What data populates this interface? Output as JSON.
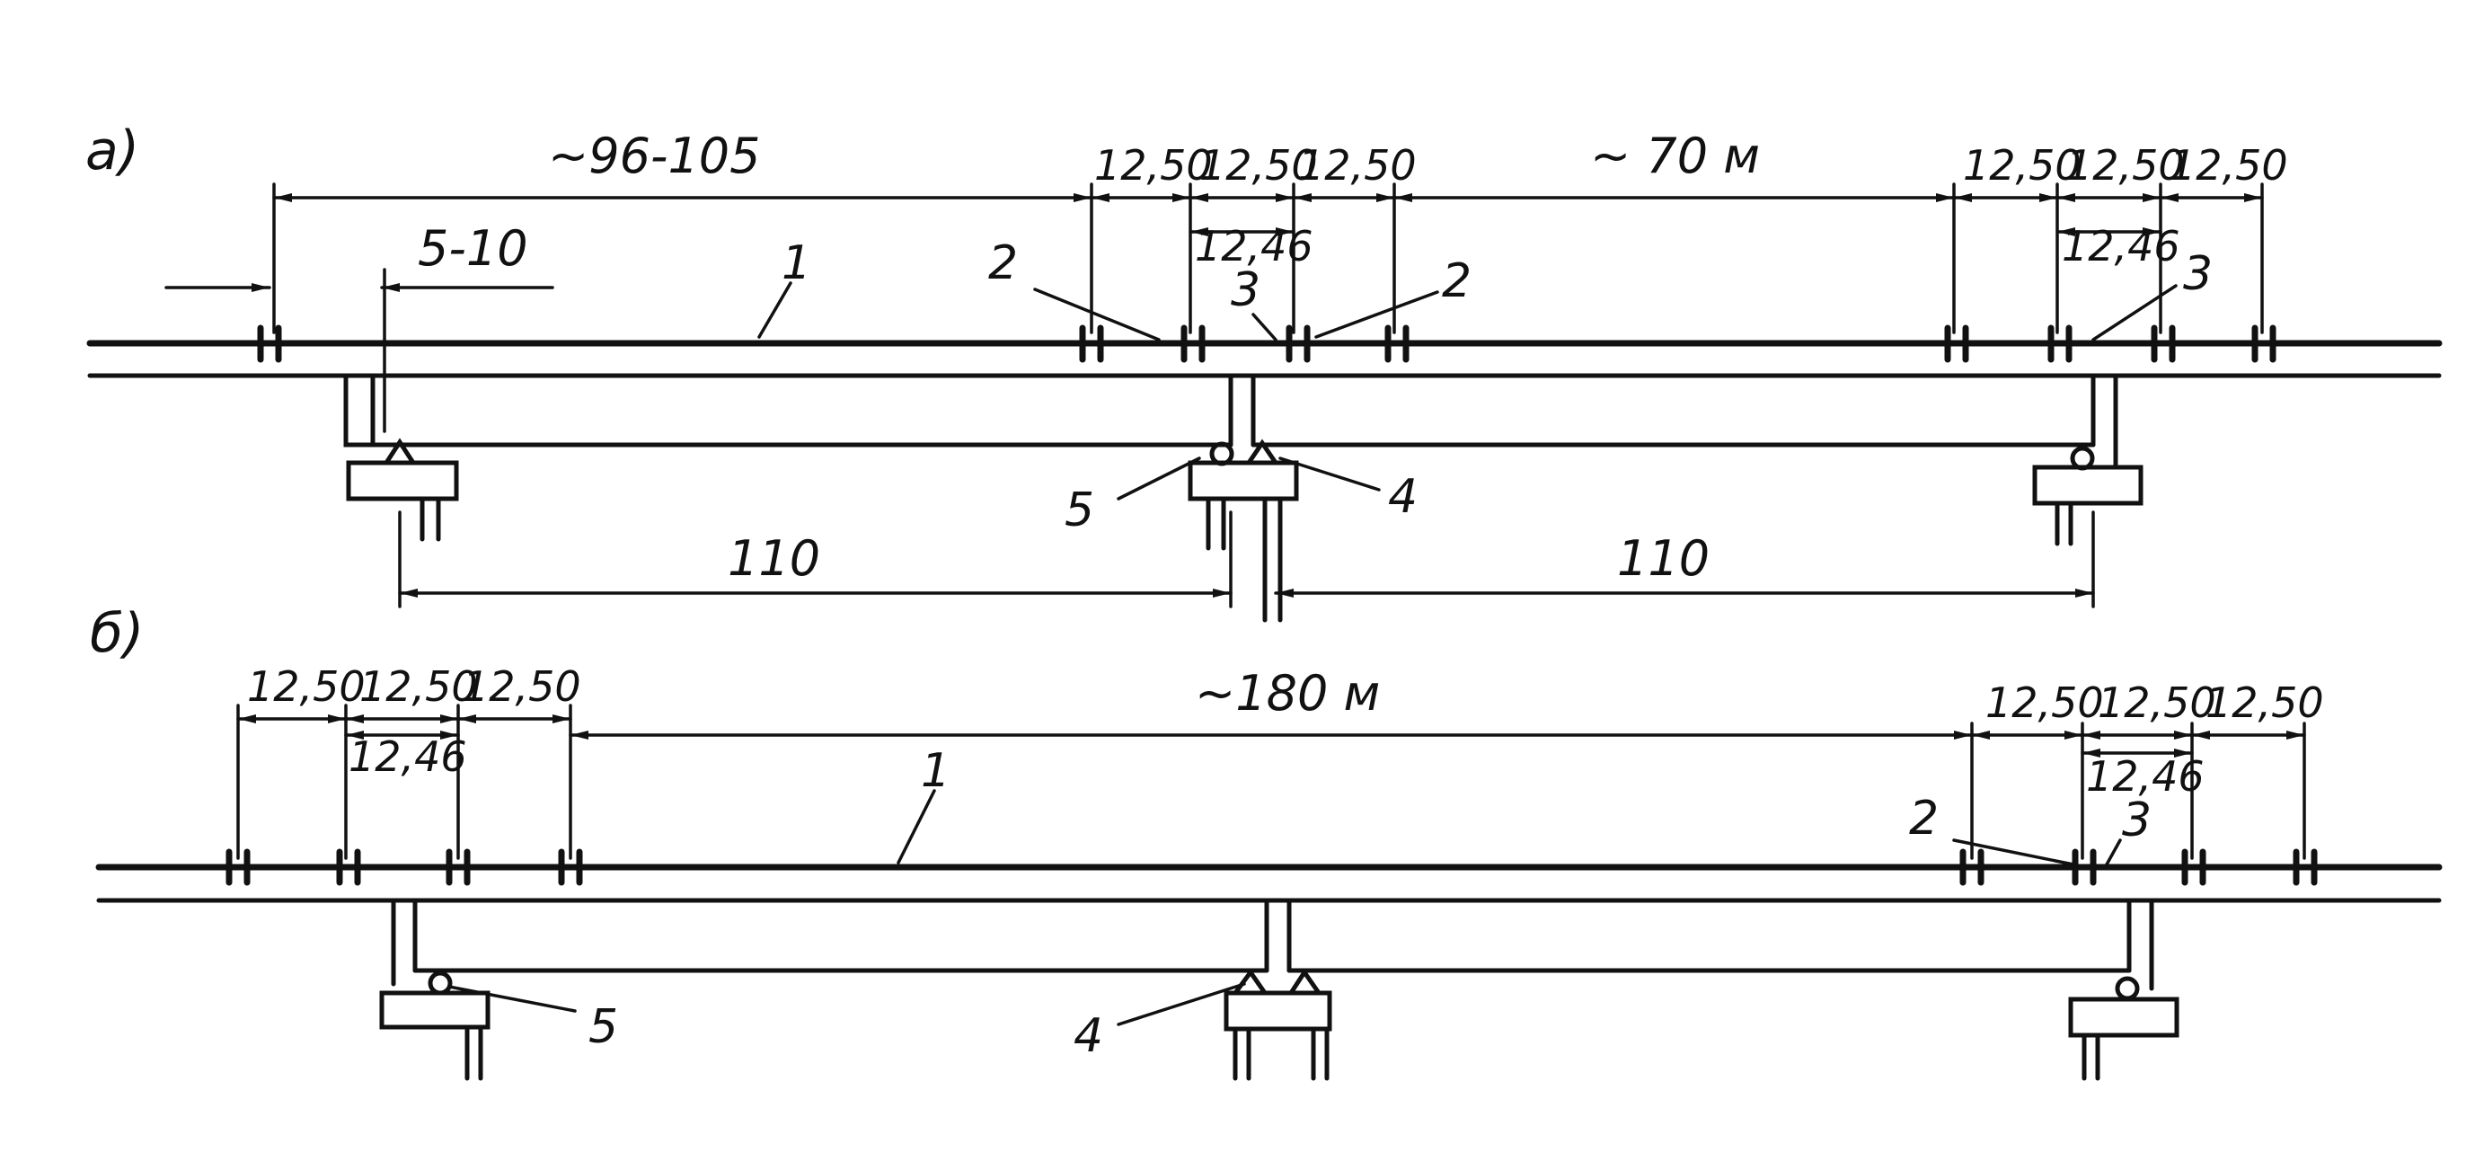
{
  "figure": {
    "panel_a": {
      "label": "а)",
      "span_left": "~96-105",
      "offset_left": "5-10",
      "d1": "12,50",
      "d2": "12,50",
      "d3": "12,50",
      "d_mid": "12,46",
      "span_right": "~ 70 м",
      "r1": "12,50",
      "r2": "12,50",
      "r3": "12,50",
      "r_mid": "12,46",
      "bottom_left": "110",
      "bottom_right": "110",
      "callout_1": "1",
      "callout_2a": "2",
      "callout_3a": "3",
      "callout_2b": "2",
      "callout_3b": "3",
      "callout_5": "5",
      "callout_4": "4"
    },
    "panel_b": {
      "label": "б)",
      "l1": "12,50",
      "l2": "12,50",
      "l3": "12,50",
      "l_mid": "12,46",
      "span": "~180 м",
      "r1": "12,50",
      "r2": "12,50",
      "r3": "12,50",
      "r_mid": "12,46",
      "callout_1": "1",
      "callout_2": "2",
      "callout_3": "3",
      "callout_5": "5",
      "callout_4": "4"
    }
  }
}
